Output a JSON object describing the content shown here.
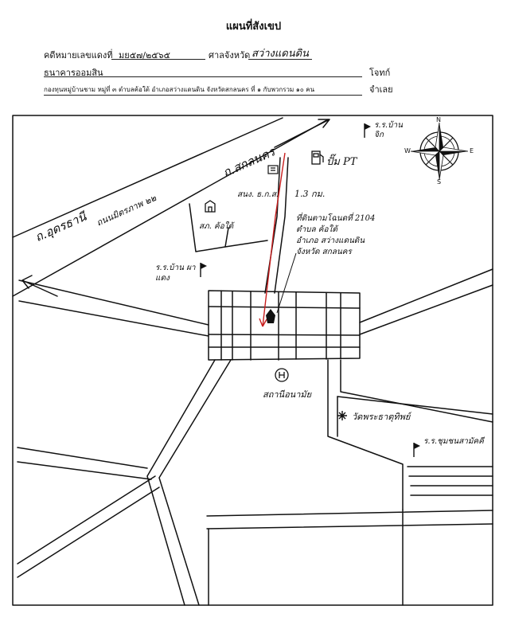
{
  "header": {
    "title": "แผนที่สังเขป",
    "case_label": "คดีหมายเลขแดงที่",
    "case_number": "มย๕๗/๒๕๖๕",
    "court_label": "ศาลจังหวัด",
    "court_name": "สว่างแดนดิน",
    "plaintiff": "ธนาคารออมสิน",
    "plaintiff_role": "โจทก์",
    "defendant": "กองทุนหมู่บ้านชาม หมู่ที่ ๓ ตำบลค้อใต้ อำเภอสว่างแดนดิน จังหวัดสกลนคร ที่ ๑ กับพวกรวม ๑๐ คน",
    "defendant_role": "จำเลย"
  },
  "map": {
    "road_upper": "ถ.อุดรธานี",
    "road_lower": "ถ.สกลนคร",
    "road_side": "ถนนมิตรภาพ ๒๒",
    "gas_station": "ปั๊ม PT",
    "school_top": "ร.ร.บ้าน จิก",
    "office": "สนง. ธ.ก.ส.",
    "police": "สภ. ค้อใต้",
    "school_left": "ร.ร.บ้าน ผาแดง",
    "distance": "1.3 กม.",
    "parcel_note": [
      "ที่ดินตามโฉนดที่ 2104",
      "ตำบล ค้อใต้",
      "อำเภอ สว่างแดนดิน",
      "จังหวัด สกลนคร"
    ],
    "health_center": "สถานีอนามัย",
    "temple": "วัดพระธาตุทิพย์",
    "school_right": "ร.ร.ชุมชนสามัคคี",
    "compass": {
      "n": "N",
      "s": "S",
      "e": "E",
      "w": "W"
    }
  }
}
